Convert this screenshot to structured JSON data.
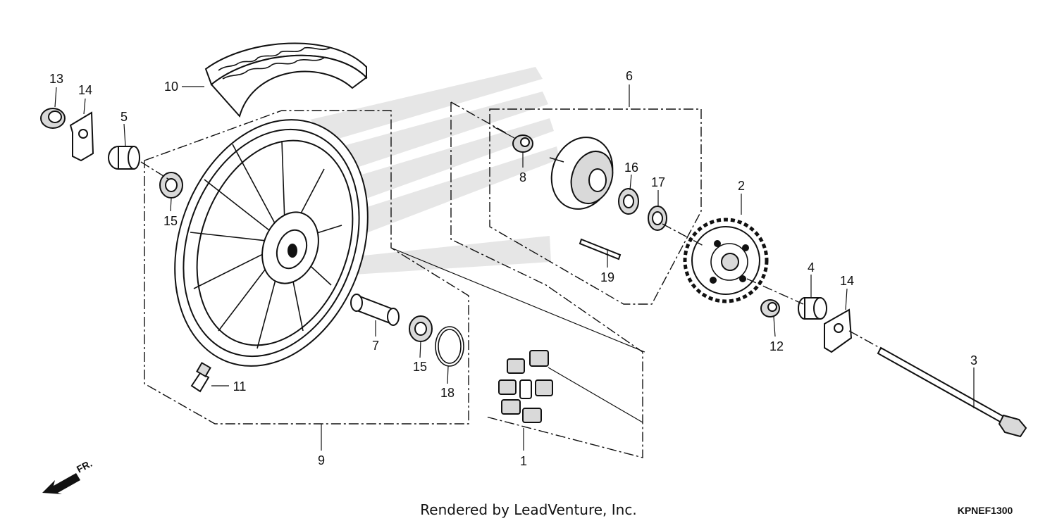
{
  "callouts": [
    "1",
    "2",
    "3",
    "4",
    "5",
    "6",
    "7",
    "8",
    "9",
    "10",
    "11",
    "12",
    "13",
    "14",
    "14",
    "15",
    "15",
    "16",
    "17",
    "18",
    "19"
  ],
  "direction_label": "FR.",
  "footer_credit": "Rendered by LeadVenture, Inc.",
  "diagram_code": "KPNEF1300"
}
